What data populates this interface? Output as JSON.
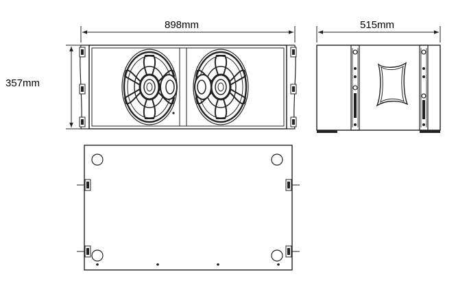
{
  "dimensions": {
    "width": "898mm",
    "height": "357mm",
    "depth": "515mm"
  },
  "colors": {
    "line": "#222222",
    "background": "#ffffff"
  }
}
